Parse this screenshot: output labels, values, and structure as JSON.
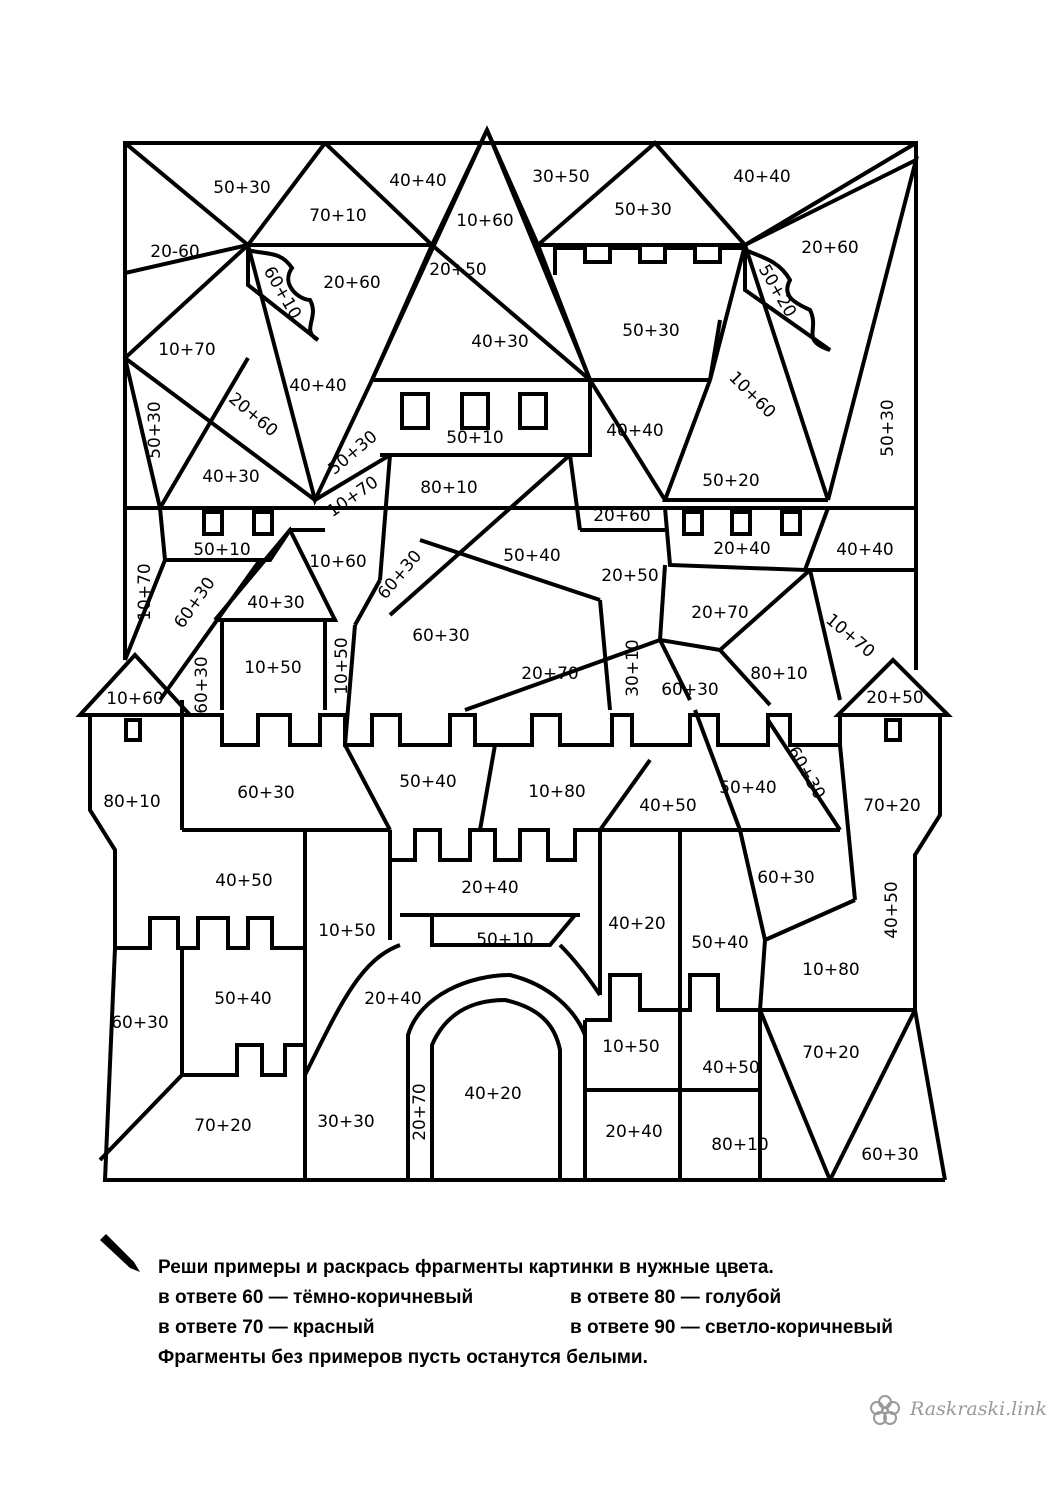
{
  "regions": [
    {
      "label": "50+30"
    },
    {
      "label": "70+10"
    },
    {
      "label": "40+40"
    },
    {
      "label": "30+50"
    },
    {
      "label": "40+40"
    },
    {
      "label": "20-60"
    },
    {
      "label": "10+60"
    },
    {
      "label": "50+30"
    },
    {
      "label": "20+60"
    },
    {
      "label": "60+10"
    },
    {
      "label": "20+60"
    },
    {
      "label": "20+50"
    },
    {
      "label": "50+20"
    },
    {
      "label": "10+70"
    },
    {
      "label": "40+30"
    },
    {
      "label": "50+30"
    },
    {
      "label": "40+40"
    },
    {
      "label": "20+60"
    },
    {
      "label": "50+10"
    },
    {
      "label": "10+60"
    },
    {
      "label": "50+30"
    },
    {
      "label": "40+40"
    },
    {
      "label": "50+30"
    },
    {
      "label": "40+30"
    },
    {
      "label": "80+10"
    },
    {
      "label": "50+30"
    },
    {
      "label": "50+20"
    },
    {
      "label": "10+70"
    },
    {
      "label": "20+60"
    },
    {
      "label": "50+10"
    },
    {
      "label": "20+40"
    },
    {
      "label": "40+40"
    },
    {
      "label": "10+70"
    },
    {
      "label": "10+60"
    },
    {
      "label": "60+30"
    },
    {
      "label": "50+40"
    },
    {
      "label": "20+50"
    },
    {
      "label": "60+30"
    },
    {
      "label": "40+30"
    },
    {
      "label": "60+30"
    },
    {
      "label": "20+70"
    },
    {
      "label": "10+70"
    },
    {
      "label": "10+50"
    },
    {
      "label": "10+50"
    },
    {
      "label": "20+70"
    },
    {
      "label": "30+10"
    },
    {
      "label": "60+30"
    },
    {
      "label": "80+10"
    },
    {
      "label": "20+50"
    },
    {
      "label": "10+60"
    },
    {
      "label": "60+30"
    },
    {
      "label": "80+10"
    },
    {
      "label": "60+30"
    },
    {
      "label": "50+40"
    },
    {
      "label": "10+80"
    },
    {
      "label": "40+50"
    },
    {
      "label": "50+40"
    },
    {
      "label": "60+30"
    },
    {
      "label": "70+20"
    },
    {
      "label": "40+50"
    },
    {
      "label": "20+40"
    },
    {
      "label": "10+50"
    },
    {
      "label": "50+10"
    },
    {
      "label": "40+20"
    },
    {
      "label": "60+30"
    },
    {
      "label": "50+40"
    },
    {
      "label": "40+50"
    },
    {
      "label": "60+30"
    },
    {
      "label": "50+40"
    },
    {
      "label": "20+40"
    },
    {
      "label": "10+80"
    },
    {
      "label": "10+50"
    },
    {
      "label": "40+50"
    },
    {
      "label": "70+20"
    },
    {
      "label": "40+20"
    },
    {
      "label": "20+70"
    },
    {
      "label": "70+20"
    },
    {
      "label": "30+30"
    },
    {
      "label": "20+40"
    },
    {
      "label": "80+10"
    },
    {
      "label": "60+30"
    }
  ],
  "instructions": {
    "title": "Реши примеры и раскрась фрагменты картинки в нужные цвета.",
    "line1_left": "в ответе 60 — тёмно-коричневый",
    "line1_right": "в ответе 80 — голубой",
    "line2_left": "в ответе 70 — красный",
    "line2_right": "в ответе 90 — светло-коричневый",
    "footer": "Фрагменты без примеров пусть останутся белыми."
  },
  "watermark": "Raskraski.link",
  "icons": {
    "pencil": "pencil-icon",
    "flower": "flower-icon"
  }
}
